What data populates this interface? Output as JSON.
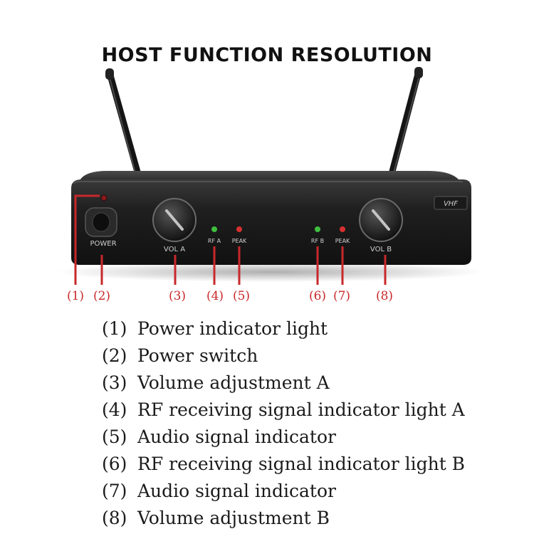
{
  "title": "HOST FUNCTION RESOLUTION",
  "panel": {
    "power_label": "POWER",
    "vol_a_label": "VOL A",
    "vol_b_label": "VOL B",
    "rf_a_label": "RF A",
    "rf_b_label": "RF B",
    "peak_a_label": "PEAK",
    "peak_b_label": "PEAK",
    "badge_label": "VHF"
  },
  "colors": {
    "callout": "#c8282a",
    "led_green": "#3fbf3f",
    "led_red": "#d83030",
    "body": "#1e1e1e"
  },
  "callouts": [
    "(1)",
    "(2)",
    "(3)",
    "(4)",
    "(5)",
    "(6)",
    "(7)",
    "(8)"
  ],
  "legend": [
    {
      "num": "(1)",
      "text": "Power indicator light"
    },
    {
      "num": "(2)",
      "text": "Power switch"
    },
    {
      "num": "(3)",
      "text": "Volume adjustment A"
    },
    {
      "num": "(4)",
      "text": "RF receiving signal indicator light A"
    },
    {
      "num": "(5)",
      "text": "Audio signal indicator"
    },
    {
      "num": "(6)",
      "text": "RF receiving signal indicator light B"
    },
    {
      "num": "(7)",
      "text": "Audio signal indicator"
    },
    {
      "num": "(8)",
      "text": "Volume adjustment B"
    }
  ]
}
